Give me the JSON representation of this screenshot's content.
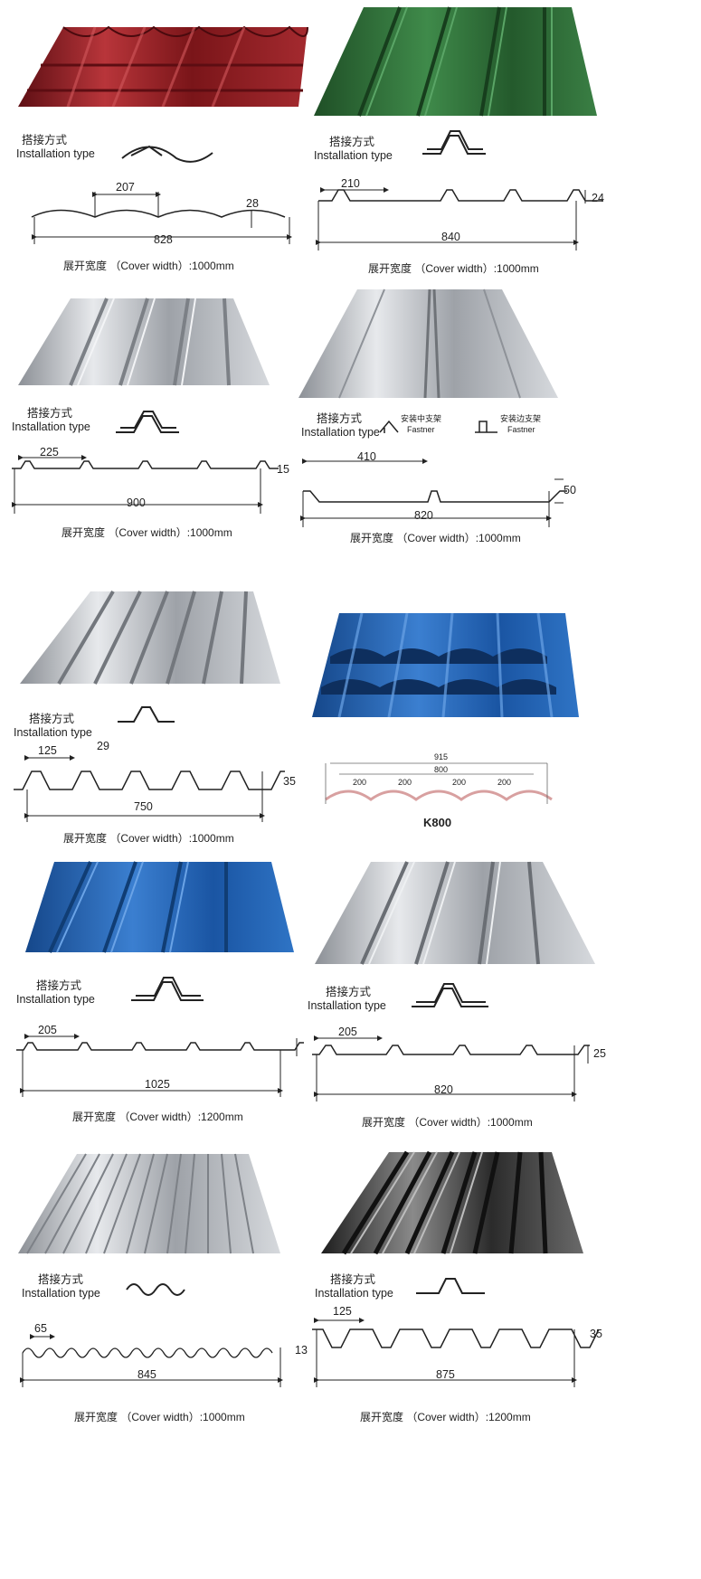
{
  "colors": {
    "red": "#8e1e22",
    "green": "#2b6b33",
    "silver": "#b8bcc2",
    "blue": "#1f5fae",
    "dark": "#444"
  },
  "labels": {
    "install_cn": "搭接方式",
    "install_en": "Installation type"
  },
  "panels": [
    {
      "id": "p1",
      "sheet": "red-tile",
      "dims": [
        "207",
        "28",
        "828"
      ],
      "cover": "展开宽度 （Cover width）:1000mm"
    },
    {
      "id": "p2",
      "sheet": "green-trap",
      "dims": [
        "210",
        "24",
        "840"
      ],
      "cover": "展开宽度 （Cover width）:1000mm"
    },
    {
      "id": "p3",
      "sheet": "silver-trap",
      "dims": [
        "225",
        "15",
        "900"
      ],
      "cover": "展开宽度 （Cover width）:1000mm"
    },
    {
      "id": "p4",
      "sheet": "silver-standing",
      "dims": [
        "410",
        "50",
        "820"
      ],
      "cover": "展开宽度 （Cover width）:1000mm",
      "fastener_mid_cn": "安装中支架",
      "fastener_mid_en": "Fastner",
      "fastener_edge_cn": "安装边支架",
      "fastener_edge_en": "Fastner"
    },
    {
      "id": "p5",
      "sheet": "silver-deep",
      "dims": [
        "125",
        "29",
        "35",
        "750"
      ],
      "cover": "展开宽度 （Cover width）:1000mm"
    },
    {
      "id": "p6",
      "sheet": "blue-tile",
      "dims": [
        "915",
        "800",
        "200",
        "200",
        "200",
        "200"
      ],
      "model": "K800"
    },
    {
      "id": "p7",
      "sheet": "blue-trap",
      "dims": [
        "205",
        "1025"
      ],
      "cover": "展开宽度 （Cover width）:1200mm"
    },
    {
      "id": "p8",
      "sheet": "silver-trap2",
      "dims": [
        "205",
        "25",
        "820"
      ],
      "cover": "展开宽度 （Cover width）:1000mm"
    },
    {
      "id": "p9",
      "sheet": "silver-corr",
      "dims": [
        "65",
        "13",
        "845"
      ],
      "cover": "展开宽度 （Cover width）:1000mm"
    },
    {
      "id": "p10",
      "sheet": "dark-deep",
      "dims": [
        "125",
        "35",
        "875"
      ],
      "cover": "展开宽度 （Cover width）:1200mm"
    }
  ]
}
